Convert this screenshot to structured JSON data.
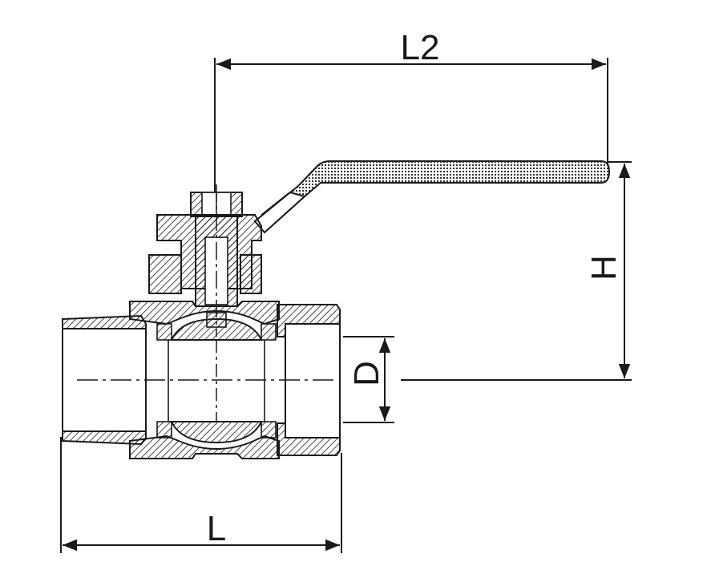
{
  "diagram": {
    "labels": {
      "l2": "L2",
      "h": "H",
      "d": "D",
      "l": "L"
    },
    "colors": {
      "ink": "#1a1a1a",
      "background": "#ffffff"
    }
  }
}
